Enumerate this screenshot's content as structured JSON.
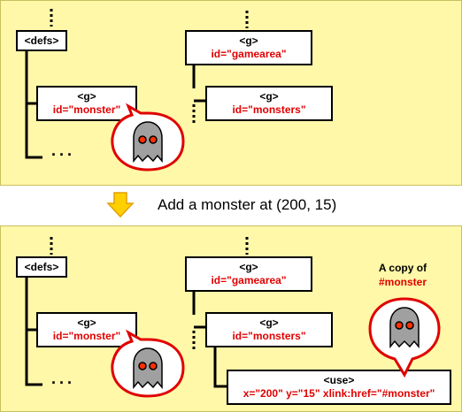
{
  "caption": "Add a monster at (200, 15)",
  "ellipsis": "...",
  "colors": {
    "panel_bg": "#fff8a8",
    "attr_red": "#e00000",
    "arrow_yellow": "#ffd000",
    "bubble_red": "#e00000",
    "ghost_gray": "#a0a0a0",
    "ghost_eye": "#ff3000"
  },
  "top": {
    "defs": {
      "tag": "<defs>"
    },
    "monster": {
      "tag": "<g>",
      "attr": "id=\"monster\""
    },
    "gamearea": {
      "tag": "<g>",
      "attr": "id=\"gamearea\""
    },
    "monsters": {
      "tag": "<g>",
      "attr": "id=\"monsters\""
    }
  },
  "bottom": {
    "defs": {
      "tag": "<defs>"
    },
    "monster": {
      "tag": "<g>",
      "attr": "id=\"monster\""
    },
    "gamearea": {
      "tag": "<g>",
      "attr": "id=\"gamearea\""
    },
    "monsters": {
      "tag": "<g>",
      "attr": "id=\"monsters\""
    },
    "use": {
      "tag": "<use>",
      "x_attr": "x=\"200\"",
      "y_attr": "y=\"15\"",
      "href_attr": "xlink:href=\"#monster\""
    },
    "copy_label_line1": "A copy of",
    "copy_label_line2": "#monster"
  }
}
